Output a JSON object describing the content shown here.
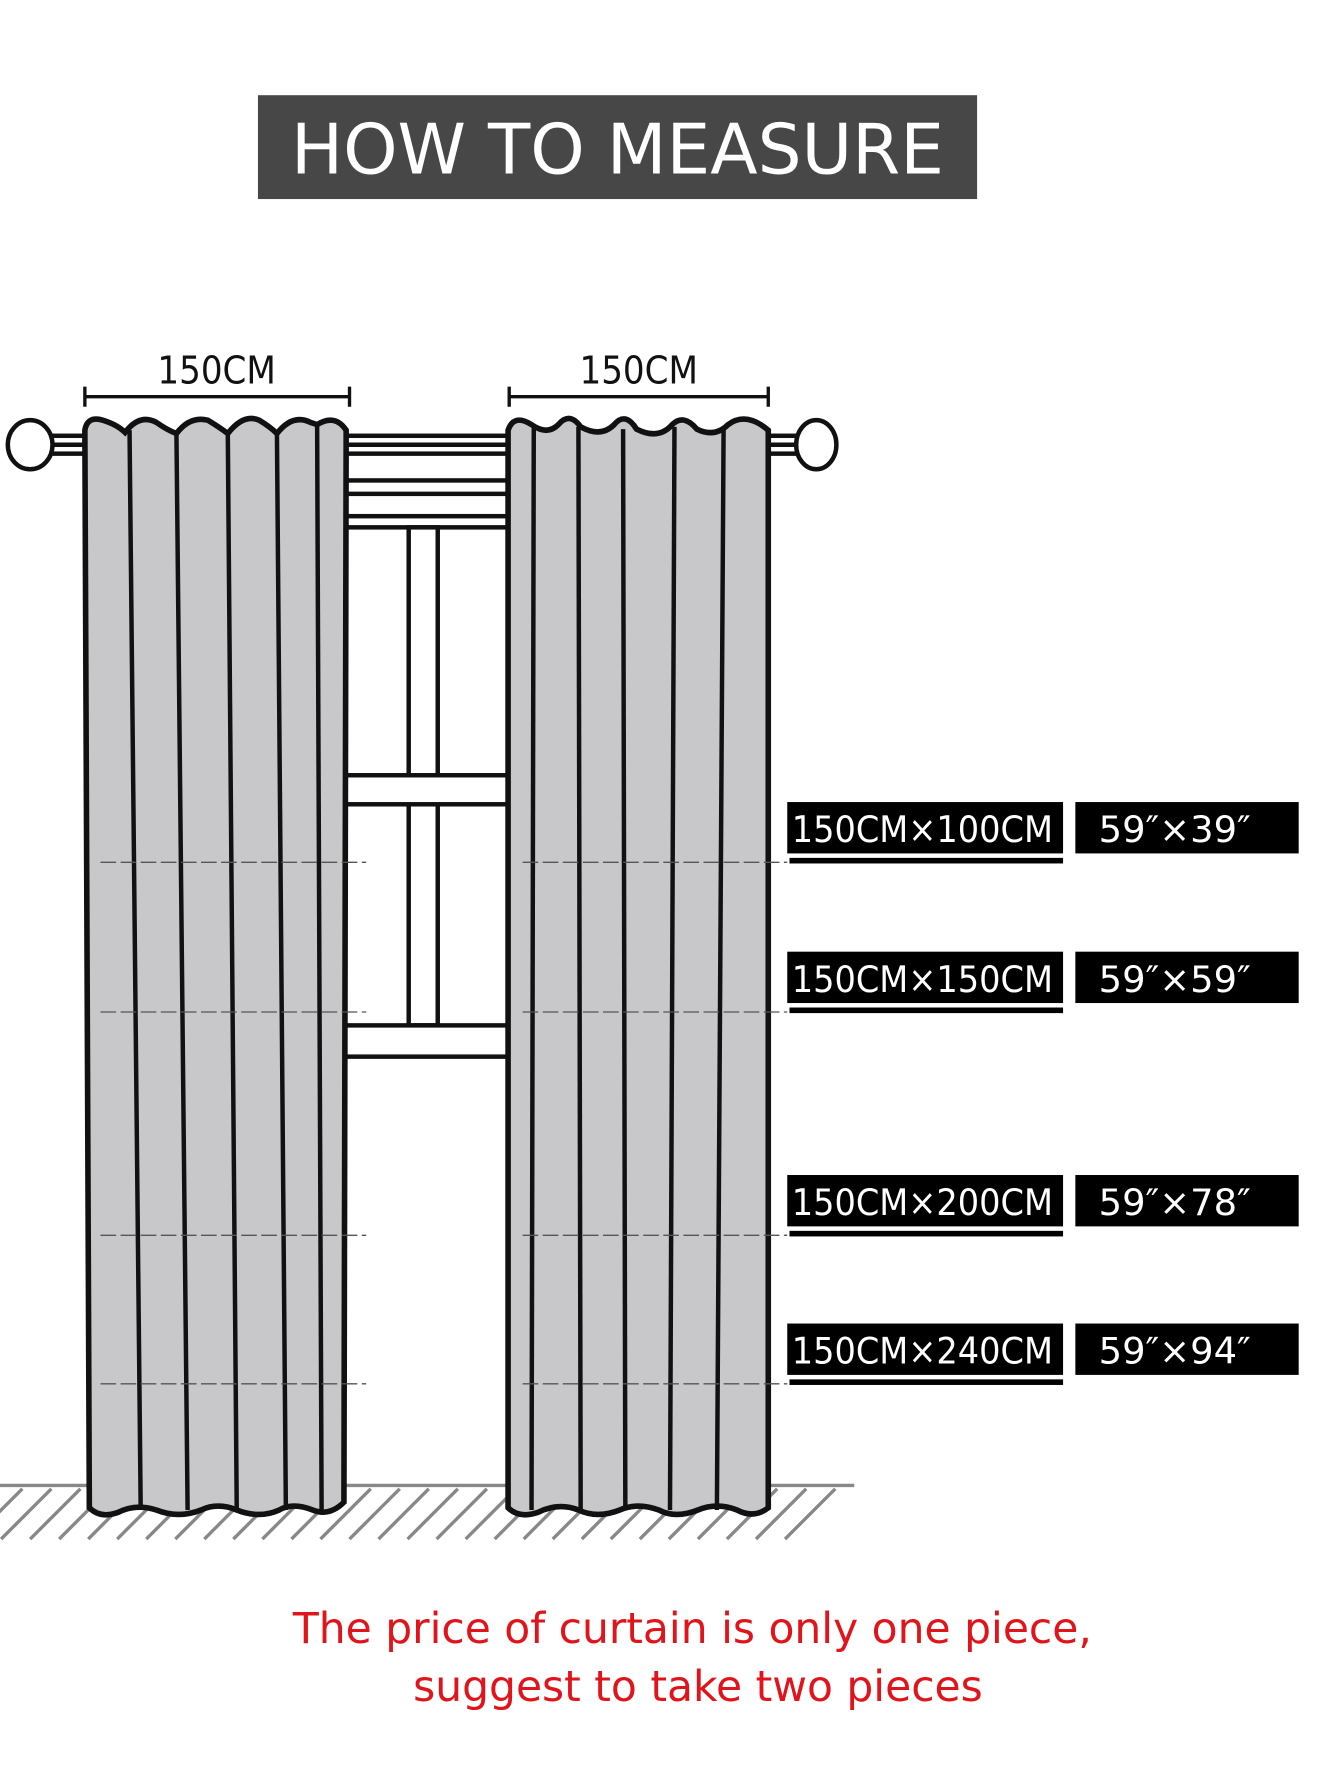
{
  "title": "HOW TO MEASURE",
  "width_labels": [
    "150CM",
    "150CM"
  ],
  "sizes": [
    {
      "metric": "150CM×100CM",
      "imperial": "59″×39″"
    },
    {
      "metric": "150CM×150CM",
      "imperial": "59″×59″"
    },
    {
      "metric": "150CM×200CM",
      "imperial": "59″×78″"
    },
    {
      "metric": "150CM×240CM",
      "imperial": "59″×94″"
    }
  ],
  "note": {
    "line1": "The price of curtain is only one piece,",
    "line2": "suggest to take two pieces"
  },
  "colors": {
    "title_bg": "#474747",
    "curtain": "#c8c8cb",
    "note": "#e0141a",
    "label_bg": "#000000"
  }
}
